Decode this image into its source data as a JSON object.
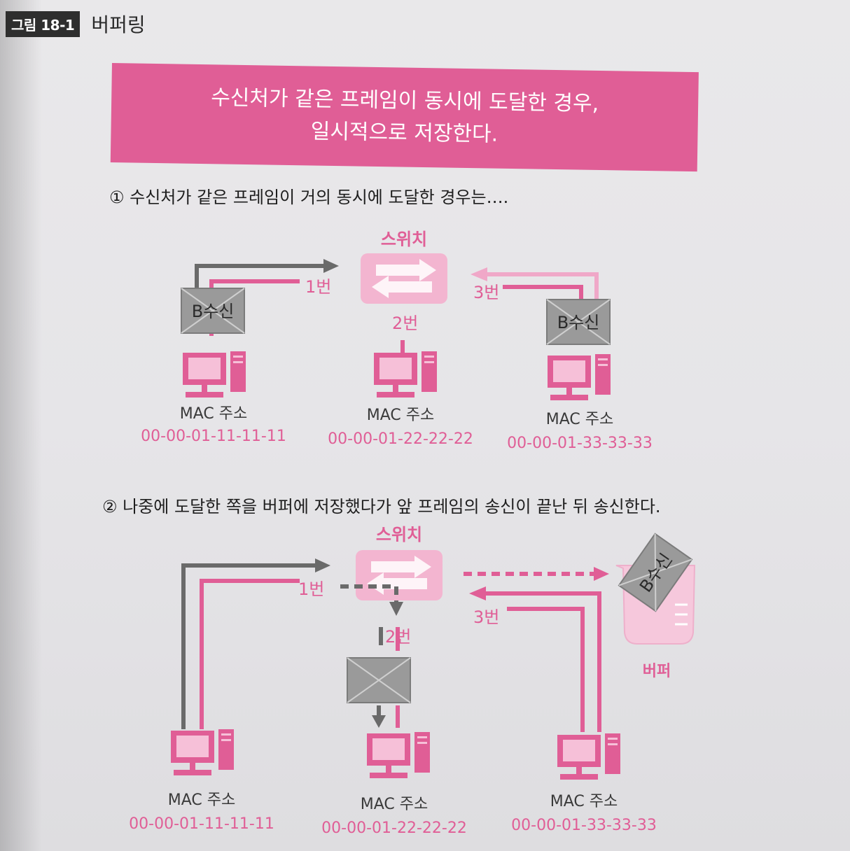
{
  "figure": {
    "number": "그림 18-1",
    "title": "버퍼링"
  },
  "banner": {
    "line1": "수신처가 같은 프레임이 동시에 도달한 경우,",
    "line2": "일시적으로 저장한다."
  },
  "steps": {
    "step1": "① 수신처가 같은 프레임이 거의 동시에 도달한 경우는….",
    "step2": "② 나중에 도달한 쪽을 버퍼에 저장했다가 앞 프레임의 송신이 끝난 뒤 송신한다."
  },
  "labels": {
    "switch": "스위치",
    "buffer": "버퍼",
    "mac": "MAC 주소",
    "frame1": "1번",
    "frame2": "2번",
    "frame3": "3번",
    "envelope_text": "B수신"
  },
  "hosts": [
    {
      "mac": "00-00-01-11-11-11"
    },
    {
      "mac": "00-00-01-22-22-22"
    },
    {
      "mac": "00-00-01-33-33-33"
    }
  ],
  "colors": {
    "pink": "#e05e96",
    "light_pink": "#f0a8c8",
    "gray": "#6a6a6a",
    "envelope": "#9a9a9a"
  }
}
